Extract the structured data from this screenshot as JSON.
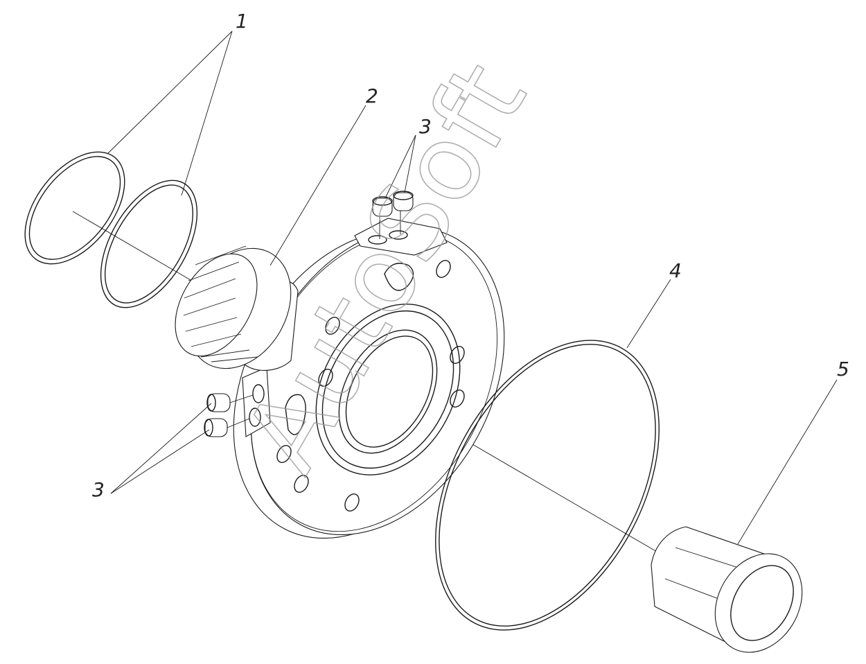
{
  "callouts": {
    "label_1": "1",
    "label_2": "2",
    "label_3_top": "3",
    "label_3_bottom": "3",
    "label_4": "4",
    "label_5": "5"
  },
  "watermark": "AutoSoft"
}
